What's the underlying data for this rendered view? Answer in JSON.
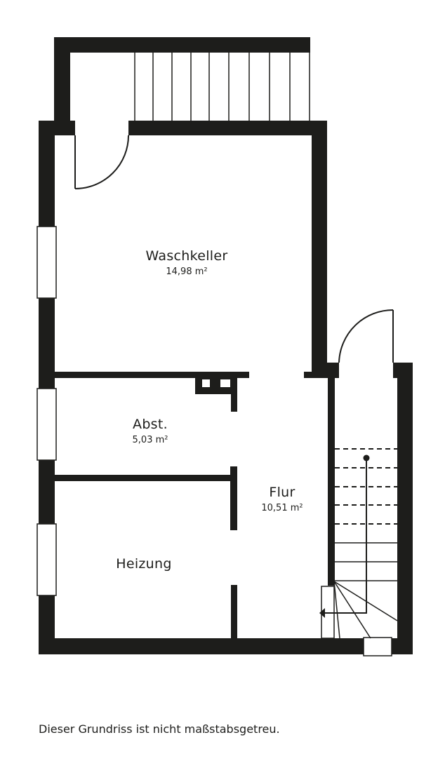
{
  "plan": {
    "wall_color": "#1d1d1b",
    "background": "#ffffff"
  },
  "rooms": [
    {
      "name": "Waschkeller",
      "area": "14,98 m²"
    },
    {
      "name": "Abst.",
      "area": "5,03 m²"
    },
    {
      "name": "Flur",
      "area": "10,51 m²"
    },
    {
      "name": "Heizung",
      "area": ""
    }
  ],
  "footer": {
    "note": "Dieser Grundriss ist nicht maßstabsgetreu."
  }
}
